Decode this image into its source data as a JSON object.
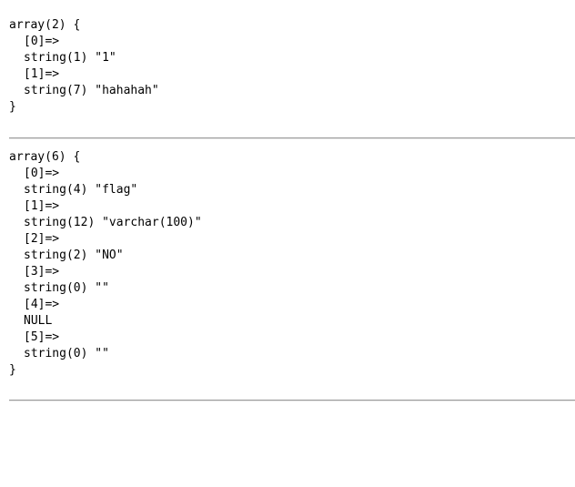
{
  "dumps": [
    {
      "header": "array(2) {",
      "entries": [
        {
          "key": "[0]=>",
          "value": "string(1) \"1\""
        },
        {
          "key": "[1]=>",
          "value": "string(7) \"hahahah\""
        }
      ],
      "footer": "}"
    },
    {
      "header": "array(6) {",
      "entries": [
        {
          "key": "[0]=>",
          "value": "string(4) \"flag\""
        },
        {
          "key": "[1]=>",
          "value": "string(12) \"varchar(100)\""
        },
        {
          "key": "[2]=>",
          "value": "string(2) \"NO\""
        },
        {
          "key": "[3]=>",
          "value": "string(0) \"\""
        },
        {
          "key": "[4]=>",
          "value": "NULL"
        },
        {
          "key": "[5]=>",
          "value": "string(0) \"\""
        }
      ],
      "footer": "}"
    }
  ]
}
